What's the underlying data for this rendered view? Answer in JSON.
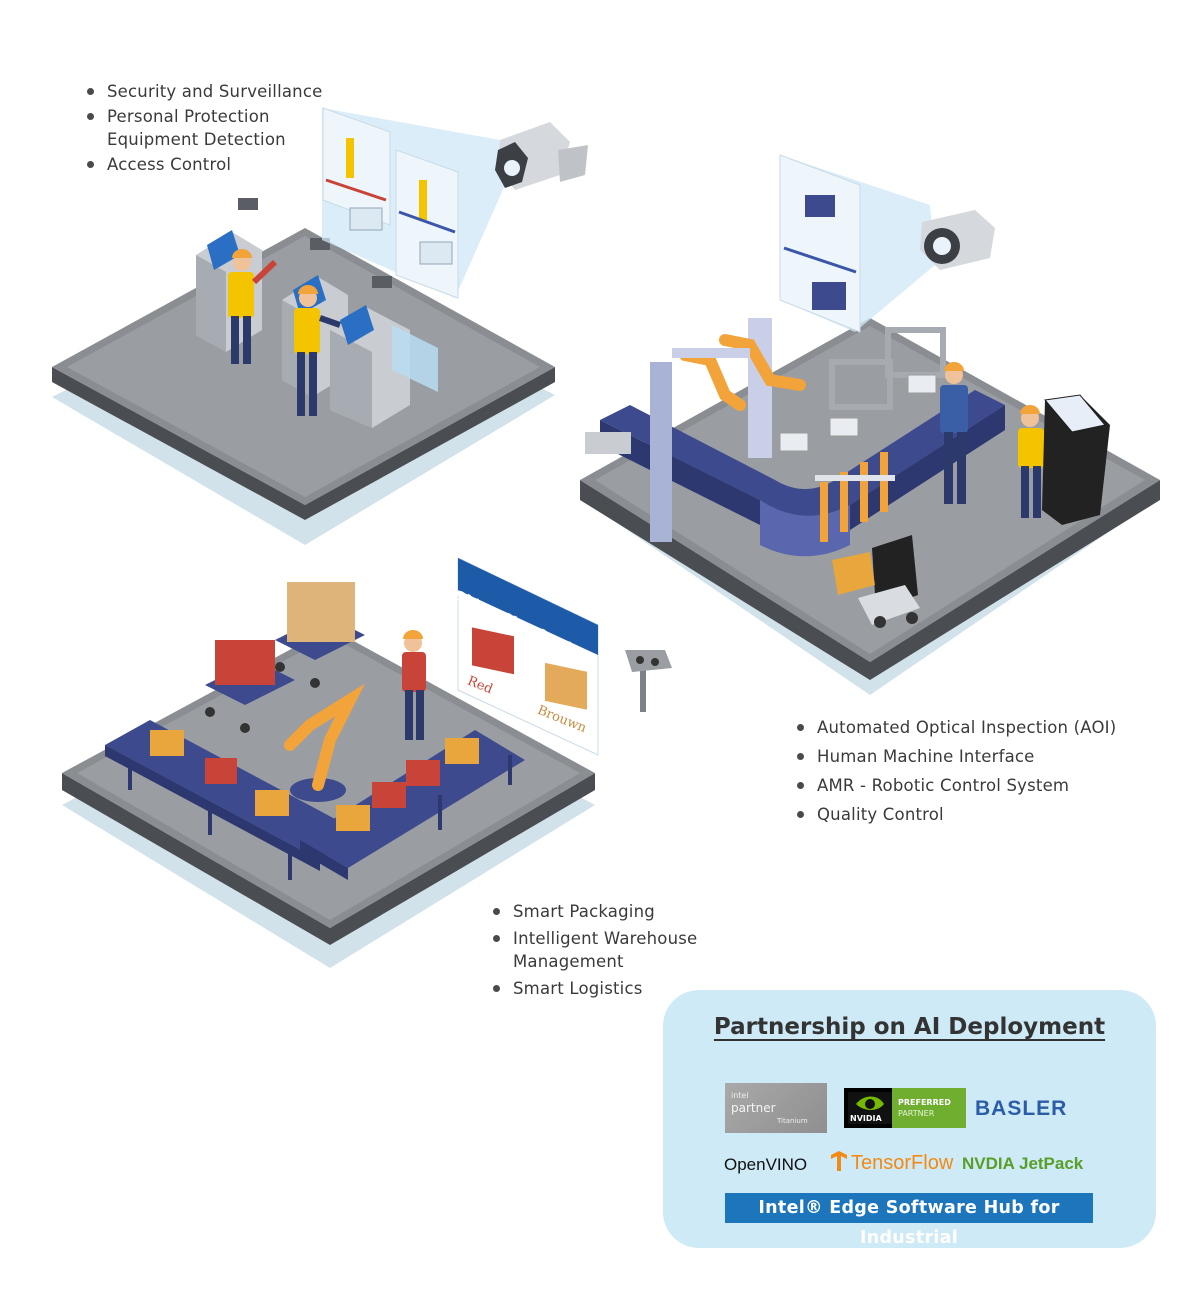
{
  "panels": {
    "security": {
      "items": [
        "Security and Surveillance",
        "Personal Protection",
        "Equipment Detection",
        "Access Control"
      ]
    },
    "inspection": {
      "items": [
        "Automated Optical Inspection (AOI)",
        "Human Machine Interface",
        "AMR - Robotic Control System",
        "Quality Control"
      ]
    },
    "logistics": {
      "items": [
        "Smart Packaging",
        "Intelligent Warehouse",
        "Management",
        "Smart Logistics"
      ]
    }
  },
  "classification_card": {
    "title": "Object Classfication",
    "label_a": "Red",
    "label_b": "Brouwn"
  },
  "partnership": {
    "title": "Partnership on AI Deployment",
    "intel": {
      "line1": "intel",
      "line2": "partner",
      "line3": "Titanium"
    },
    "nvidia": {
      "mark": "NVIDIA",
      "line1": "PREFERRED",
      "line2": "PARTNER"
    },
    "basler": "BASLER",
    "openvino": "OpenVINO",
    "tensorflow": "TensorFlow",
    "jetpack": "NVDIA JetPack",
    "edge_hub": "Intel® Edge Software Hub for Industrial"
  },
  "colors": {
    "platform_top": "#8a8e93",
    "platform_side": "#4a4d52",
    "platform_shadow": "#d2e2ea",
    "conveyor": "#3d4a8e",
    "panel_bg": "#cdeaf6",
    "banner": "#1d75bc",
    "box": "#e8a63c",
    "worker_vest": "#f5c400"
  }
}
